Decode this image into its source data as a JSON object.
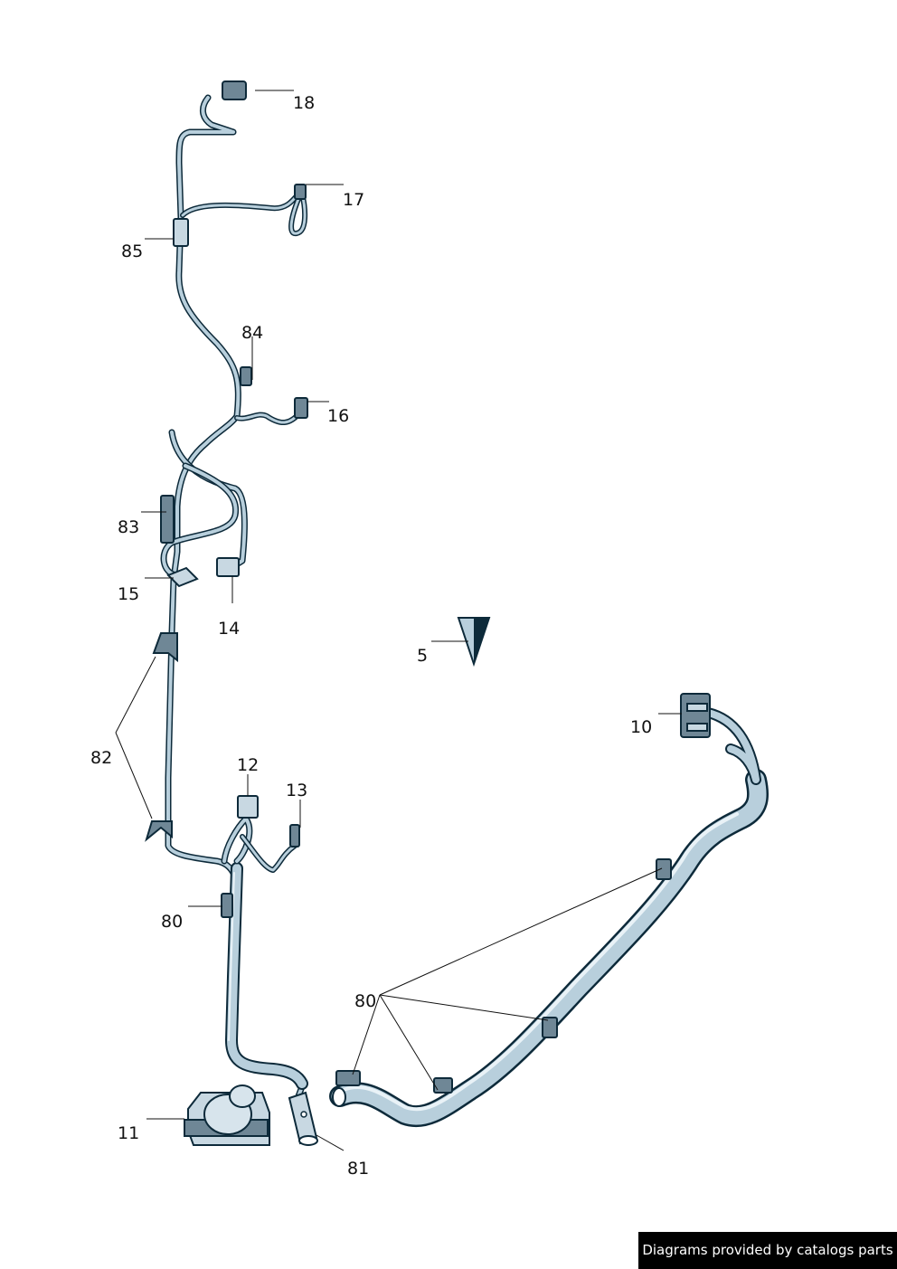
{
  "callouts": [
    {
      "id": "c18",
      "text": "18"
    },
    {
      "id": "c17",
      "text": "17"
    },
    {
      "id": "c85",
      "text": "85"
    },
    {
      "id": "c84",
      "text": "84"
    },
    {
      "id": "c16",
      "text": "16"
    },
    {
      "id": "c83",
      "text": "83"
    },
    {
      "id": "c15",
      "text": "15"
    },
    {
      "id": "c14",
      "text": "14"
    },
    {
      "id": "c5",
      "text": "5"
    },
    {
      "id": "c10",
      "text": "10"
    },
    {
      "id": "c82",
      "text": "82"
    },
    {
      "id": "c12",
      "text": "12"
    },
    {
      "id": "c13",
      "text": "13"
    },
    {
      "id": "c80a",
      "text": "80"
    },
    {
      "id": "c80b",
      "text": "80"
    },
    {
      "id": "c11",
      "text": "11"
    },
    {
      "id": "c81",
      "text": "81"
    }
  ],
  "footer": {
    "text": "Diagrams provided by catalogs parts"
  },
  "colors": {
    "wire_outline": "#0d2a3a",
    "wire_fill": "#b8cfdc",
    "connector": "#6f8796",
    "footer_bg": "#000000"
  }
}
